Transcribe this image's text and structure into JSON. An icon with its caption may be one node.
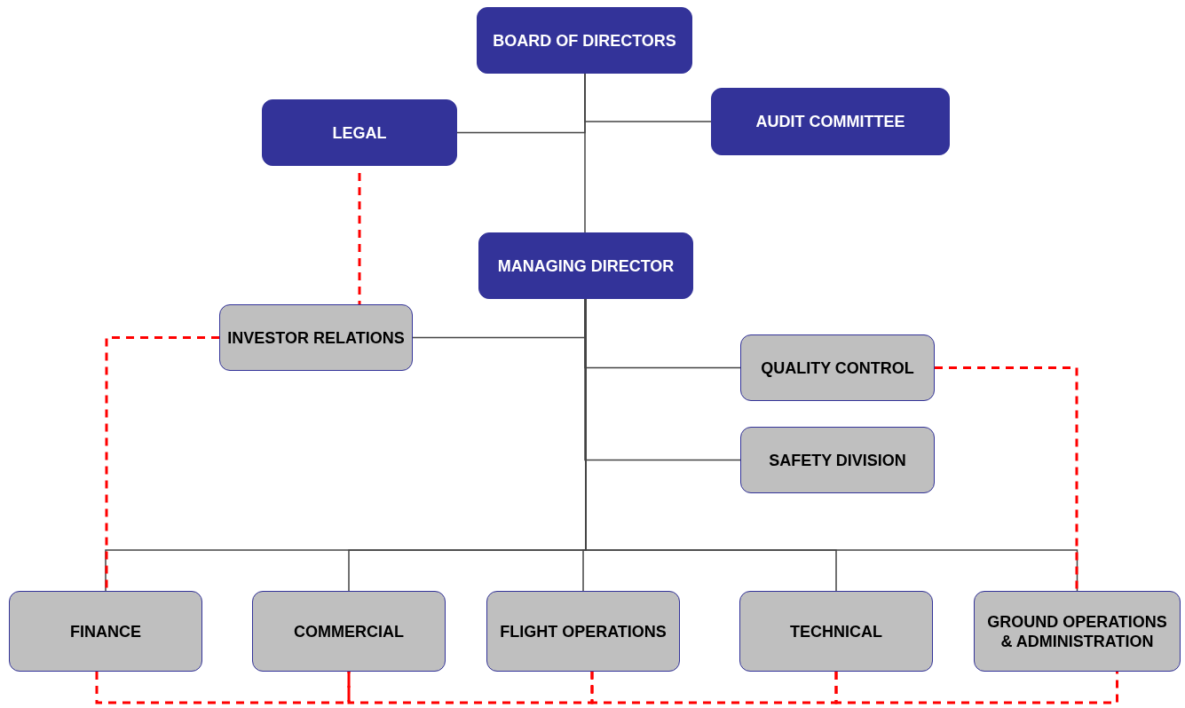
{
  "diagram": {
    "nodes": [
      {
        "text": [
          "BOARD OF DIRECTORS"
        ]
      },
      {
        "text": [
          "LEGAL"
        ]
      },
      {
        "text": [
          "AUDIT COMMITTEE"
        ]
      },
      {
        "text": [
          "MANAGING DIRECTOR"
        ]
      },
      {
        "text": [
          "INVESTOR RELATIONS"
        ]
      },
      {
        "text": [
          "QUALITY CONTROL"
        ]
      },
      {
        "text": [
          "SAFETY DIVISION"
        ]
      },
      {
        "text": [
          "FINANCE"
        ]
      },
      {
        "text": [
          "COMMERCIAL"
        ]
      },
      {
        "text": [
          "FLIGHT OPERATIONS"
        ]
      },
      {
        "text": [
          "TECHNICAL"
        ]
      },
      {
        "text": [
          "GROUND OPERATIONS & ADMINISTRATION"
        ]
      }
    ],
    "edges": [
      {
        "from": 0,
        "to": 3,
        "arrow": "none"
      },
      {
        "from": 0,
        "to": 1,
        "arrow": "none"
      },
      {
        "from": 0,
        "to": 2,
        "arrow": "none"
      },
      {
        "from": 3,
        "to": 4,
        "arrow": "none"
      },
      {
        "from": 3,
        "to": 5,
        "arrow": "none"
      },
      {
        "from": 3,
        "to": 6,
        "arrow": "none"
      },
      {
        "from": 3,
        "to": 7,
        "arrow": "none"
      },
      {
        "from": 3,
        "to": 8,
        "arrow": "none"
      },
      {
        "from": 3,
        "to": 9,
        "arrow": "none"
      },
      {
        "from": 3,
        "to": 10,
        "arrow": "none"
      },
      {
        "from": 3,
        "to": 11,
        "arrow": "none"
      },
      {
        "from": 1,
        "to": 4,
        "arrow": "none",
        "style": "dashed",
        "color": "#ff0000"
      },
      {
        "from": 4,
        "to": 7,
        "arrow": "none",
        "style": "dashed",
        "color": "#ff0000"
      },
      {
        "from": 5,
        "to": 11,
        "arrow": "none",
        "style": "dashed",
        "color": "#ff0000"
      },
      {
        "from": 7,
        "to": 8,
        "arrow": "none",
        "style": "dashed",
        "color": "#ff0000"
      },
      {
        "from": 8,
        "to": 9,
        "arrow": "none",
        "style": "dashed",
        "color": "#ff0000"
      },
      {
        "from": 9,
        "to": 10,
        "arrow": "none",
        "style": "dashed",
        "color": "#ff0000"
      },
      {
        "from": 10,
        "to": 11,
        "arrow": "none",
        "style": "dashed",
        "color": "#ff0000"
      }
    ]
  }
}
